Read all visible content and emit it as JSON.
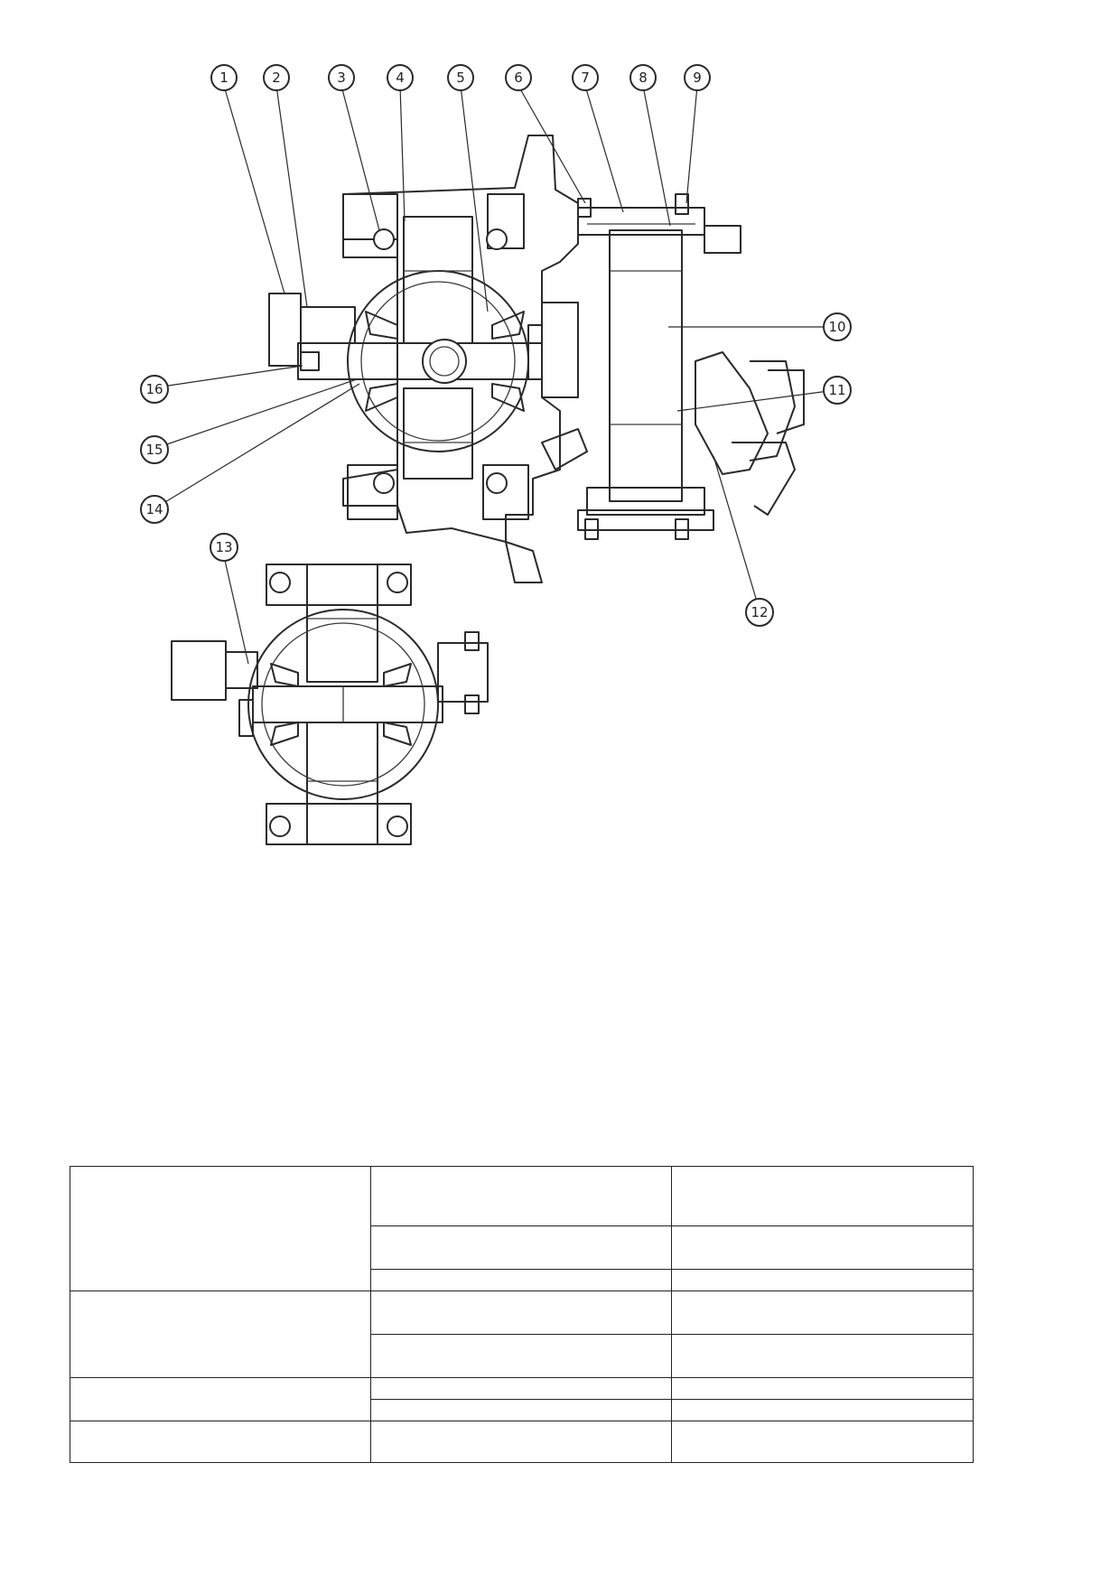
{
  "callouts": [
    "1",
    "2",
    "3",
    "4",
    "5",
    "6",
    "7",
    "8",
    "9",
    "10",
    "11",
    "12",
    "13",
    "14",
    "15",
    "16"
  ],
  "spec_table": {
    "rows": [
      {
        "group": "",
        "cells": [
          [
            "",
            ""
          ],
          [
            "",
            ""
          ],
          [
            "",
            ""
          ]
        ]
      },
      {
        "group": "",
        "cells": [
          [
            "",
            ""
          ],
          [
            "",
            ""
          ]
        ]
      },
      {
        "group": "",
        "cells": [
          [
            "",
            ""
          ],
          [
            "",
            ""
          ]
        ]
      },
      {
        "group": "",
        "cells": [
          [
            "",
            ""
          ]
        ]
      }
    ]
  }
}
